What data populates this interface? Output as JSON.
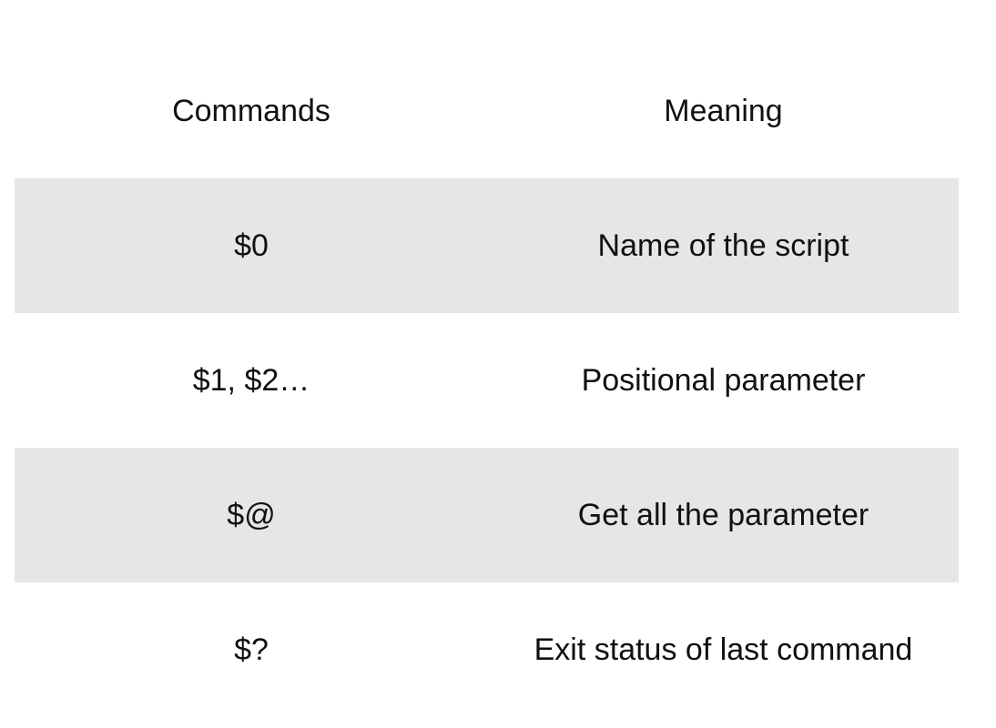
{
  "table": {
    "headers": {
      "commands": "Commands",
      "meaning": "Meaning"
    },
    "rows": [
      {
        "command": "$0",
        "meaning": "Name of the script"
      },
      {
        "command": "$1, $2…",
        "meaning": "Positional parameter"
      },
      {
        "command": "$@",
        "meaning": "Get all the parameter"
      },
      {
        "command": "$?",
        "meaning": "Exit status of last command"
      }
    ],
    "row_shading_color": "#e5e6e8"
  }
}
